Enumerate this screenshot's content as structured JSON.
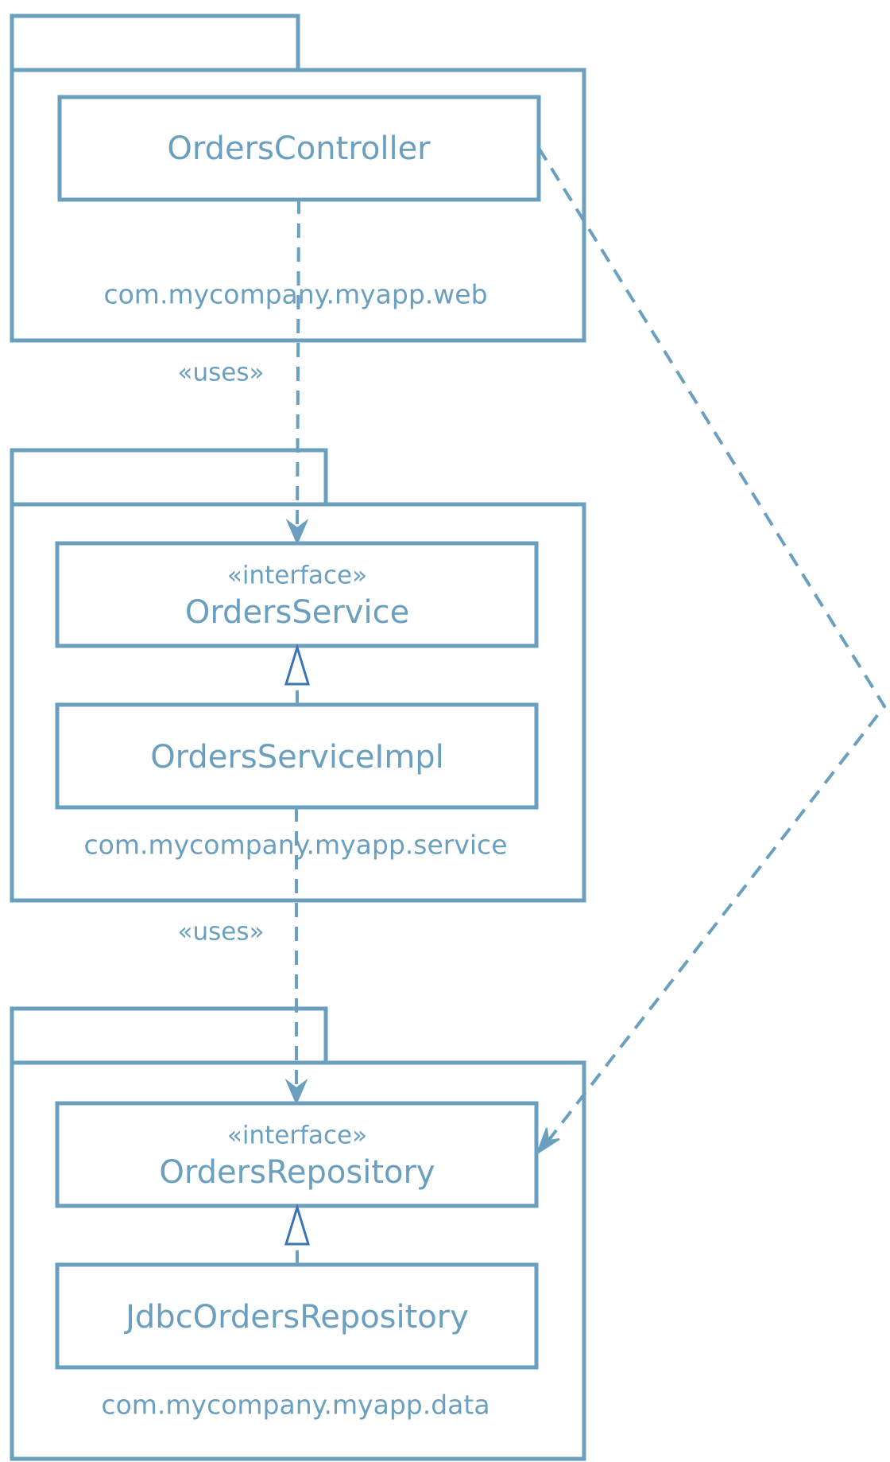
{
  "diagram": {
    "packages": {
      "web": {
        "name": "com.mycompany.myapp.web"
      },
      "service": {
        "name": "com.mycompany.myapp.service"
      },
      "data": {
        "name": "com.mycompany.myapp.data"
      }
    },
    "classes": {
      "orders_controller": {
        "name": "OrdersController"
      },
      "orders_service": {
        "stereotype": "«interface»",
        "name": "OrdersService"
      },
      "orders_service_impl": {
        "name": "OrdersServiceImpl"
      },
      "orders_repository": {
        "stereotype": "«interface»",
        "name": "OrdersRepository"
      },
      "jdbc_orders_repository": {
        "name": "JdbcOrdersRepository"
      }
    },
    "relations": {
      "controller_uses_service": {
        "label": "«uses»"
      },
      "service_impl_uses_repository": {
        "label": "«uses»"
      }
    },
    "colors": {
      "stroke": "#6a9fbf",
      "text": "#6a9fbf",
      "realization_head": "#3a74b5"
    }
  }
}
